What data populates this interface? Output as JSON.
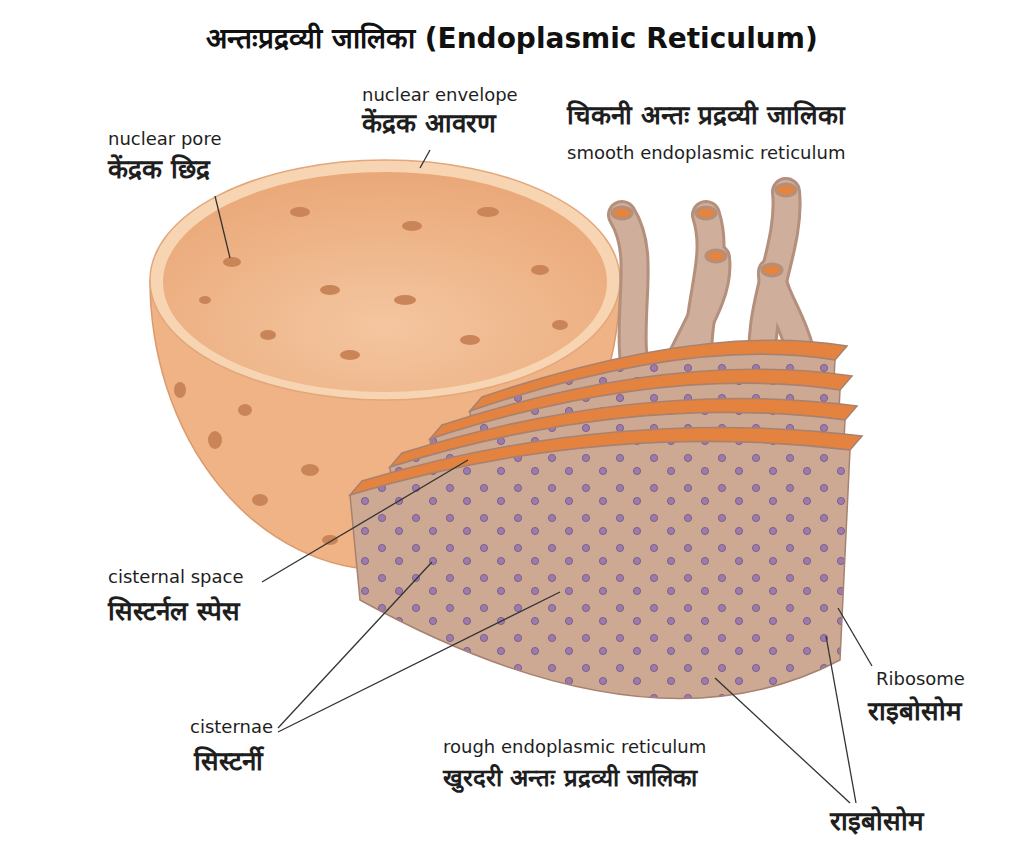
{
  "diagram": {
    "title": "अन्तःप्रद्रव्यी जालिका (Endoplasmic Reticulum)",
    "labels": [
      "nuclear envelope",
      "केंद्रक आवरण",
      "nuclear pore",
      "केंद्रक छिद्र",
      "चिकनी अन्तः प्रद्रव्यी जालिका",
      "smooth endoplasmic reticulum",
      "cisternal space",
      "सिस्टर्नल स्पेस",
      "cisternae",
      "सिस्टर्नी",
      "rough endoplasmic reticulum",
      "खुरदरी अन्तः प्रद्रव्यी जालिका",
      "Ribosome",
      "राइबोसोम",
      "राइबोसोम"
    ]
  }
}
